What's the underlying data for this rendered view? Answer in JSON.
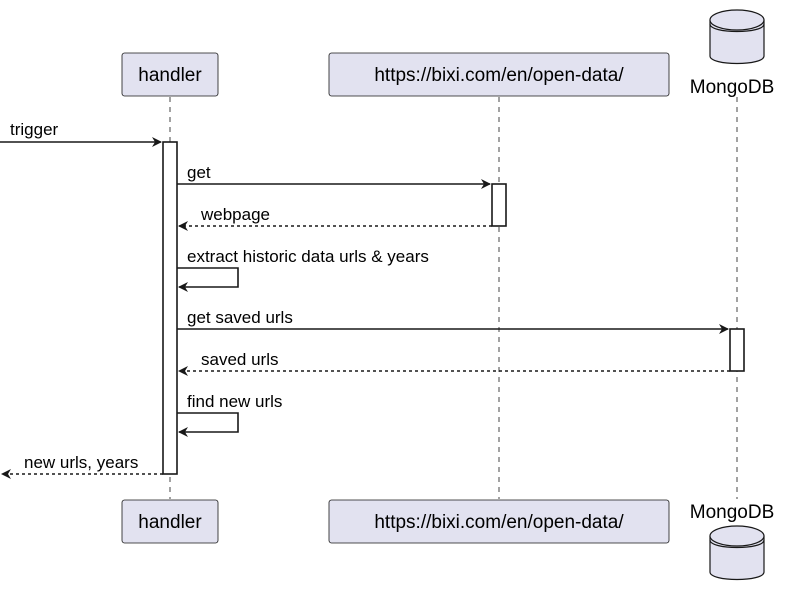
{
  "participants": {
    "handler": "handler",
    "website": "https://bixi.com/en/open-data/",
    "mongodb": "MongoDB"
  },
  "messages": {
    "trigger": "trigger",
    "get": "get",
    "webpage": "webpage",
    "extract": "extract historic data urls & years",
    "get_saved": "get saved urls",
    "saved_urls": "saved urls",
    "find_new": "find new urls",
    "new_urls": "new urls, years"
  },
  "icons": {
    "database": "database-icon"
  },
  "colors": {
    "participant_fill": "#e2e2f0",
    "line": "#181818"
  }
}
